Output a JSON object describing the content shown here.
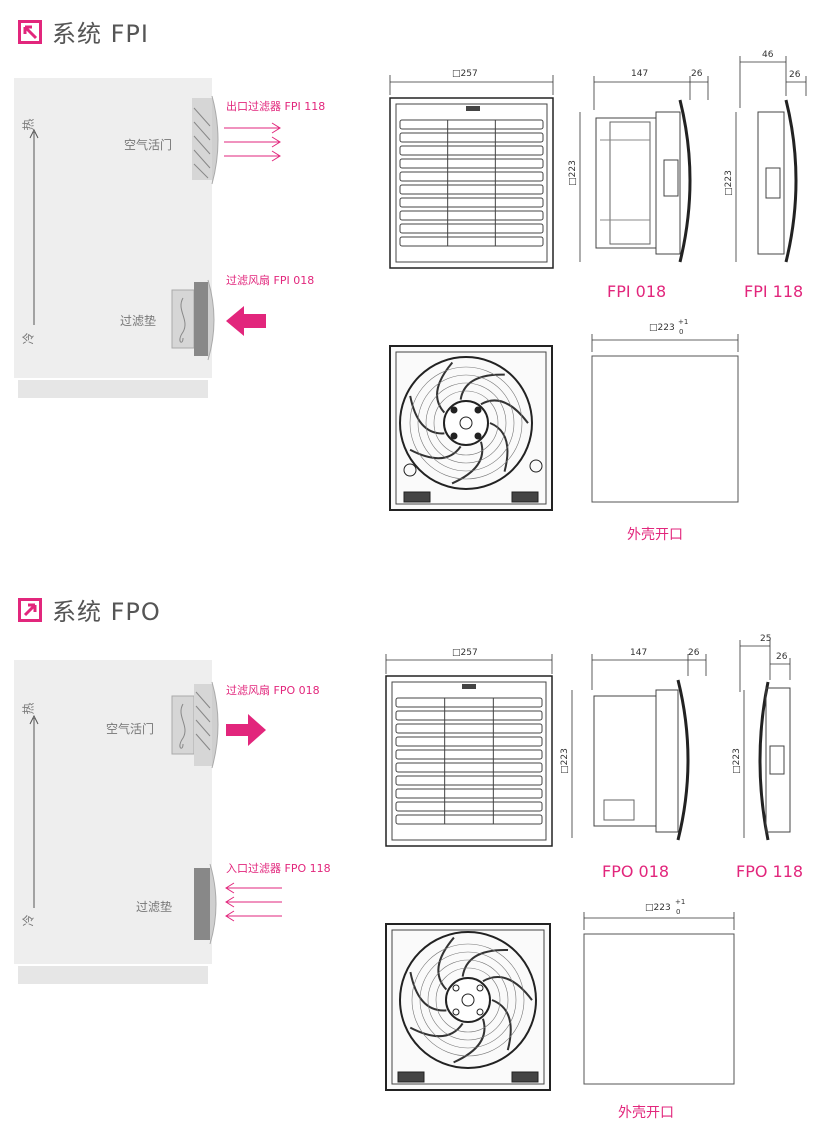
{
  "colors": {
    "accent": "#e2267c",
    "panel": "#eeeeee",
    "line": "#333333"
  },
  "fpi": {
    "title": "系统 FPI",
    "icon": "arrow-in-icon",
    "hot": "热",
    "cold": "冷",
    "vent_label": "空气活门",
    "filter_label": "过滤垫",
    "outlet_label": "出口过滤器 FPI 118",
    "fan_label": "过滤风扇 FPI 018",
    "dim_width": "257",
    "dim_depth_main": "147",
    "dim_depth_front": "26",
    "dim_height": "223",
    "dim_118_top": "46",
    "dim_118_front": "26",
    "model_fan": "FPI 018",
    "model_filter": "FPI 118",
    "cutout_dim": "223",
    "cutout_tol_upper": "+1",
    "cutout_tol_lower": "0",
    "cutout_label": "外壳开口"
  },
  "fpo": {
    "title": "系统 FPO",
    "icon": "arrow-out-icon",
    "hot": "热",
    "cold": "冷",
    "vent_label": "空气活门",
    "filter_label": "过滤垫",
    "fan_label": "过滤风扇 FPO 018",
    "inlet_label": "入口过滤器 FPO 118",
    "dim_width": "257",
    "dim_depth_main": "147",
    "dim_depth_front": "26",
    "dim_height": "223",
    "dim_118_top": "25",
    "dim_118_front": "26",
    "model_fan": "FPO 018",
    "model_filter": "FPO 118",
    "cutout_dim": "223",
    "cutout_tol_upper": "+1",
    "cutout_tol_lower": "0",
    "cutout_label": "外壳开口"
  }
}
